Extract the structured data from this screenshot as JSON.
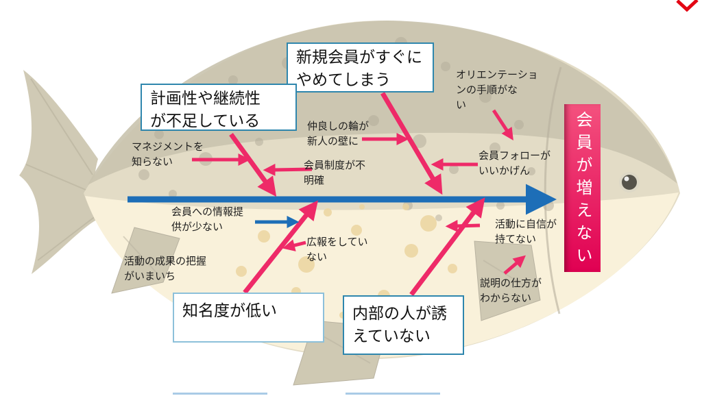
{
  "colors": {
    "arrow_pink": "#ee2a68",
    "arrow_blue": "#1d6eb7",
    "spine_blue": "#1d6eb7",
    "effect_top": "#f4517e",
    "effect_bottom": "#e00052",
    "box_border_dark": "#2e86ad",
    "box_border_light": "#8cc0da",
    "corner_red": "#e30613",
    "cutoff_blue": "#a9cbe6",
    "text_black": "#1f1f1f"
  },
  "effect": {
    "label": "会員が増えない"
  },
  "boxes": {
    "shinki": {
      "lines": [
        "新規会員がすぐに",
        "やめてしまう"
      ]
    },
    "keikaku": {
      "lines": [
        "計画性や継続性",
        "が不足している"
      ]
    },
    "chimeido": {
      "lines": [
        "知名度が低い"
      ]
    },
    "naibu": {
      "lines": [
        "内部の人が誘",
        "えていない"
      ]
    }
  },
  "labels": {
    "management": {
      "lines": [
        "マネジメントを",
        "知らない"
      ]
    },
    "nakayoshi": {
      "lines": [
        "仲良しの輪が",
        "新人の壁に"
      ]
    },
    "orientation": {
      "lines": [
        "オリエンテーショ",
        "ンの手順がな",
        "い"
      ]
    },
    "seido": {
      "lines": [
        "会員制度が不",
        "明確"
      ]
    },
    "follow": {
      "lines": [
        "会員フォローが",
        "いいかげん"
      ]
    },
    "joho": {
      "lines": [
        "会員への情報提",
        "供が少ない"
      ]
    },
    "seika": {
      "lines": [
        "活動の成果の把握",
        "がいまいち"
      ]
    },
    "koho": {
      "lines": [
        "広報をしてい",
        "ない"
      ]
    },
    "jishin": {
      "lines": [
        "活動に自信が",
        "持てない"
      ]
    },
    "setsumei": {
      "lines": [
        "説明の仕方が",
        "わからない"
      ]
    }
  }
}
